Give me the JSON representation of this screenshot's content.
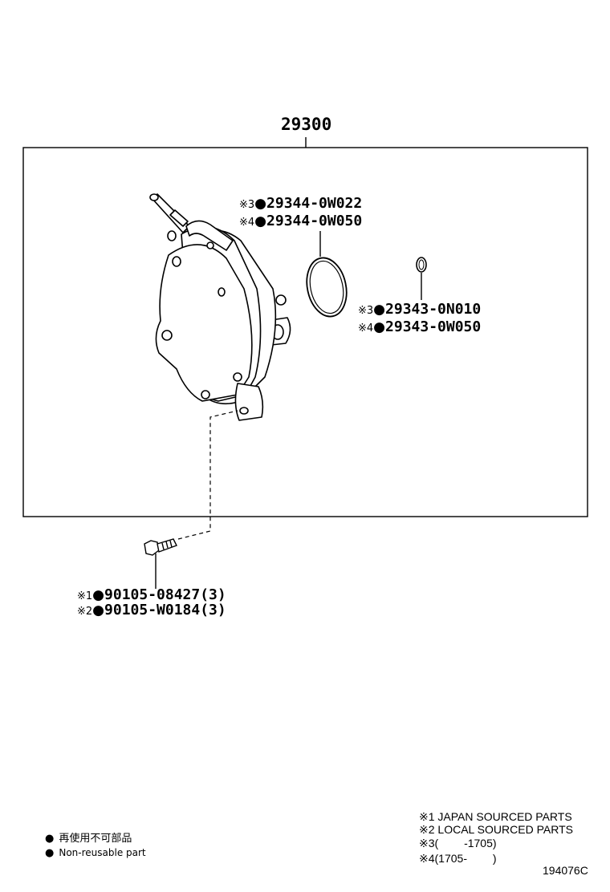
{
  "assembly": {
    "part_no": "29300"
  },
  "labels": {
    "gasket_a": {
      "mark": "※3",
      "dot": "●",
      "part": "29344-0W022"
    },
    "gasket_b": {
      "mark": "※4",
      "dot": "●",
      "part": "29344-0W050"
    },
    "oring_a": {
      "mark": "※3",
      "dot": "●",
      "part": "29343-0N010"
    },
    "oring_b": {
      "mark": "※4",
      "dot": "●",
      "part": "29343-0W050"
    },
    "bolt_a": {
      "mark": "※1",
      "dot": "●",
      "part": "90105-08427(3)"
    },
    "bolt_b": {
      "mark": "※2",
      "dot": "●",
      "part": "90105-W0184(3)"
    }
  },
  "legend": {
    "dot": "●",
    "jp": "再使用不可部品",
    "en": "Non-reusable part"
  },
  "notes": [
    "※1 JAPAN SOURCED PARTS",
    "※2 LOCAL SOURCED PARTS",
    "※3(　　 -1705)",
    "※4(1705-　　 )"
  ],
  "figure_id": "194076C"
}
